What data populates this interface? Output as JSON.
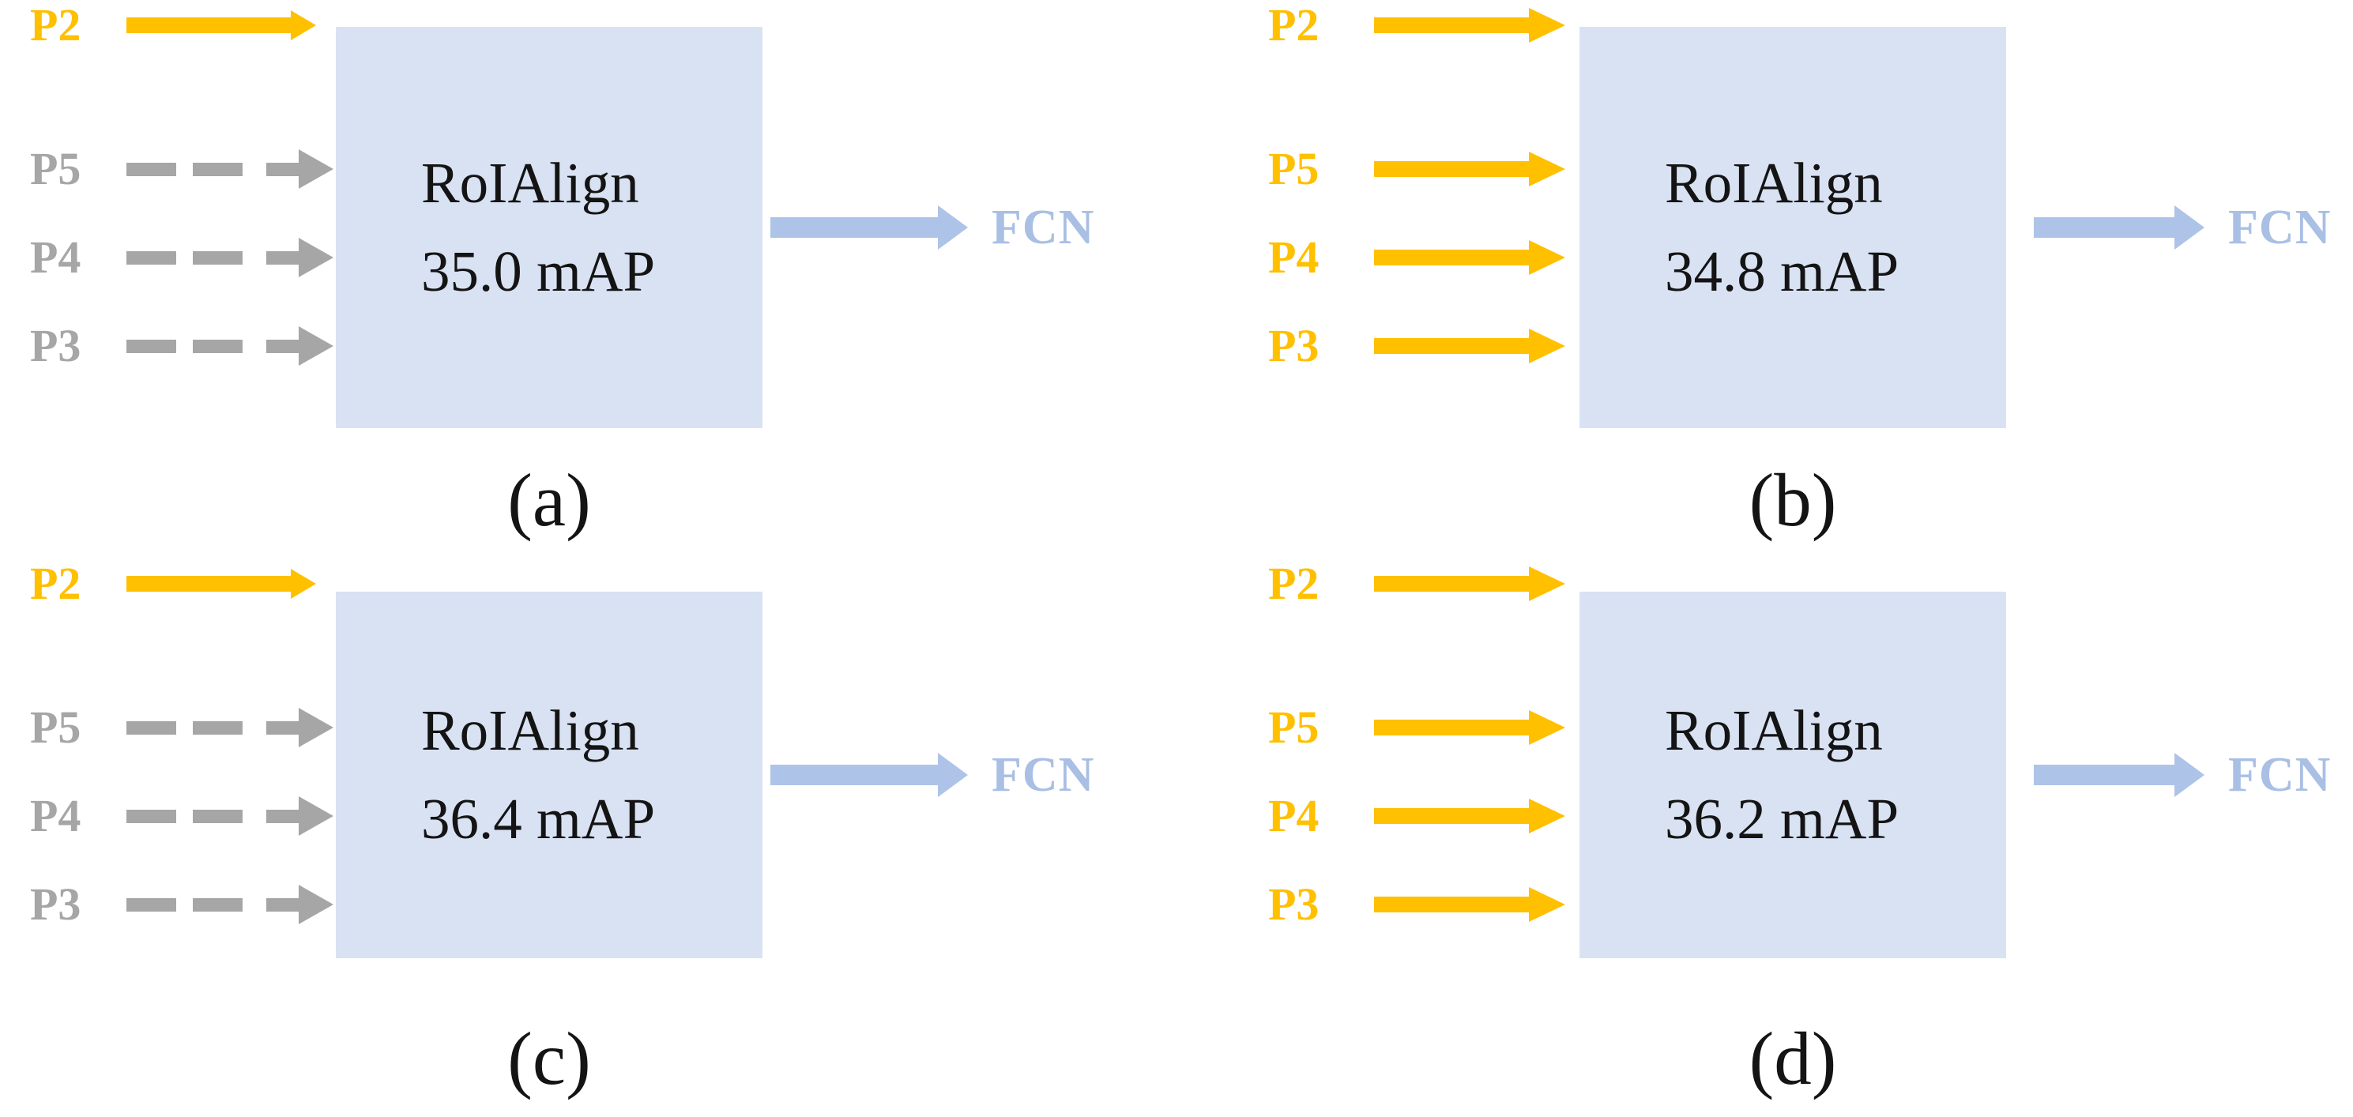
{
  "figure": {
    "description": "Four-panel diagram comparing RoIAlign feature pyramid routing strategies and their mAP",
    "colors": {
      "gold": "#FFC000",
      "gray": "#A6A6A6",
      "box_fill": "#D9E2F3",
      "blue_arrow": "#AEC3E8",
      "blue_text": "#A9BFE4"
    },
    "panels": [
      {
        "caption": "(a)",
        "box_title": "RoIAlign",
        "box_metric": "35.0 mAP",
        "output_label": "FCN",
        "inputs": [
          {
            "label": "P2",
            "type": "solid"
          },
          {
            "label": "P3",
            "type": "dashed"
          },
          {
            "label": "P4",
            "type": "dashed"
          },
          {
            "label": "P5",
            "type": "dashed"
          }
        ]
      },
      {
        "caption": "(b)",
        "box_title": "RoIAlign",
        "box_metric": "34.8 mAP",
        "output_label": "FCN",
        "inputs": [
          {
            "label": "P2",
            "type": "solid"
          },
          {
            "label": "P3",
            "type": "solid"
          },
          {
            "label": "P4",
            "type": "solid"
          },
          {
            "label": "P5",
            "type": "solid"
          }
        ]
      },
      {
        "caption": "(c)",
        "box_title": "RoIAlign",
        "box_metric": "36.4 mAP",
        "output_label": "FCN",
        "inputs": [
          {
            "label": "P2",
            "type": "solid"
          },
          {
            "label": "P3",
            "type": "dashed"
          },
          {
            "label": "P4",
            "type": "dashed"
          },
          {
            "label": "P5",
            "type": "dashed"
          }
        ]
      },
      {
        "caption": "(d)",
        "box_title": "RoIAlign",
        "box_metric": "36.2 mAP",
        "output_label": "FCN",
        "inputs": [
          {
            "label": "P2",
            "type": "solid"
          },
          {
            "label": "P3",
            "type": "solid"
          },
          {
            "label": "P4",
            "type": "solid"
          },
          {
            "label": "P5",
            "type": "solid"
          }
        ]
      }
    ]
  }
}
